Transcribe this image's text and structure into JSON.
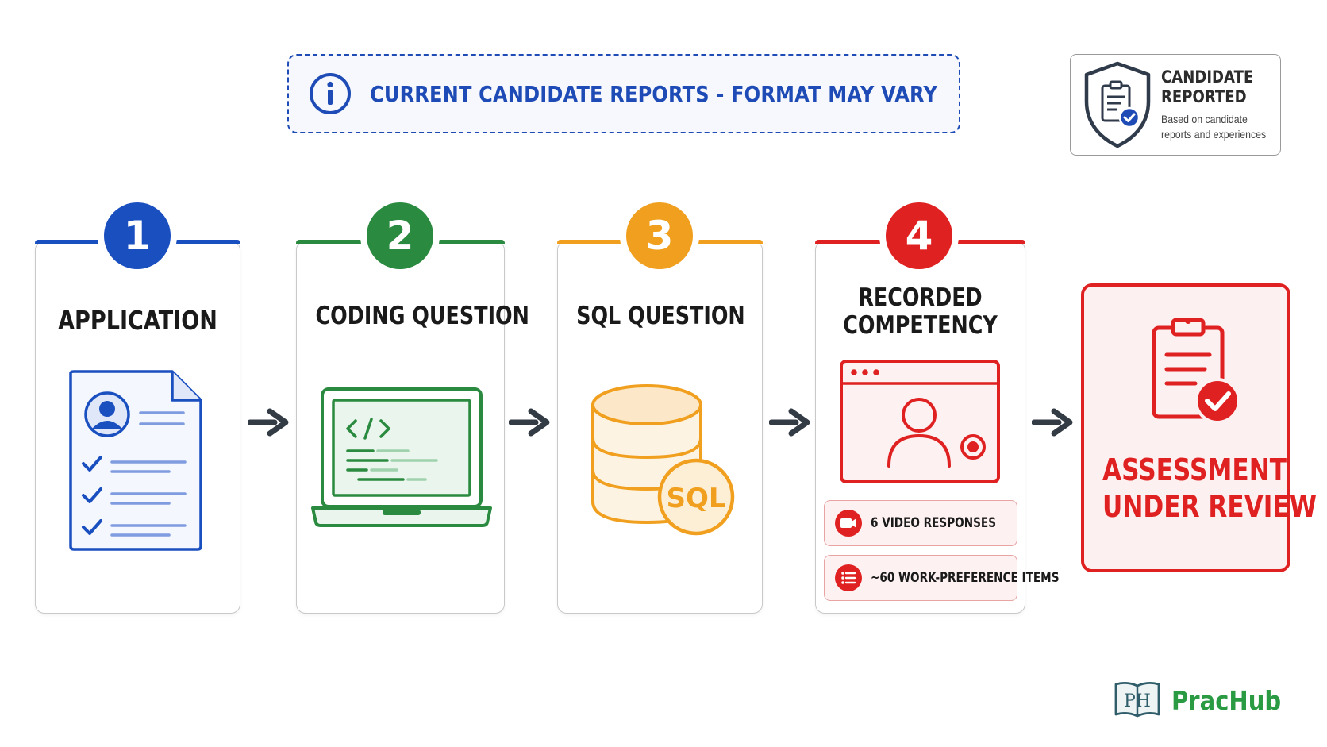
{
  "banner": {
    "text": "CURRENT CANDIDATE REPORTS - FORMAT MAY VARY",
    "icon": "info-icon"
  },
  "badge": {
    "title_line1": "CANDIDATE",
    "title_line2": "REPORTED",
    "sub_line1": "Based on candidate",
    "sub_line2": "reports and experiences",
    "icon": "shield-clipboard-check-icon"
  },
  "steps": [
    {
      "number": "1",
      "title": "APPLICATION",
      "color": "#1a4fc0",
      "icon": "resume-checklist-icon"
    },
    {
      "number": "2",
      "title": "CODING QUESTION",
      "color": "#2a8a3f",
      "icon": "laptop-code-icon"
    },
    {
      "number": "3",
      "title": "SQL QUESTION",
      "color": "#f0a01e",
      "icon": "database-sql-icon",
      "icon_label": "SQL"
    },
    {
      "number": "4",
      "title_line1": "RECORDED",
      "title_line2": "COMPETENCY",
      "color": "#e02121",
      "icon": "video-recording-icon",
      "details": [
        {
          "text": "6 VIDEO RESPONSES",
          "icon": "video-camera-icon"
        },
        {
          "text": "~60 WORK-PREFERENCE ITEMS",
          "icon": "list-icon"
        }
      ]
    }
  ],
  "result": {
    "line1": "ASSESSMENT",
    "line2": "UNDER REVIEW",
    "color": "#e02121",
    "icon": "clipboard-check-icon"
  },
  "brand": {
    "logo_letters": "PH",
    "name": "PracHub",
    "color": "#2a9a43"
  }
}
